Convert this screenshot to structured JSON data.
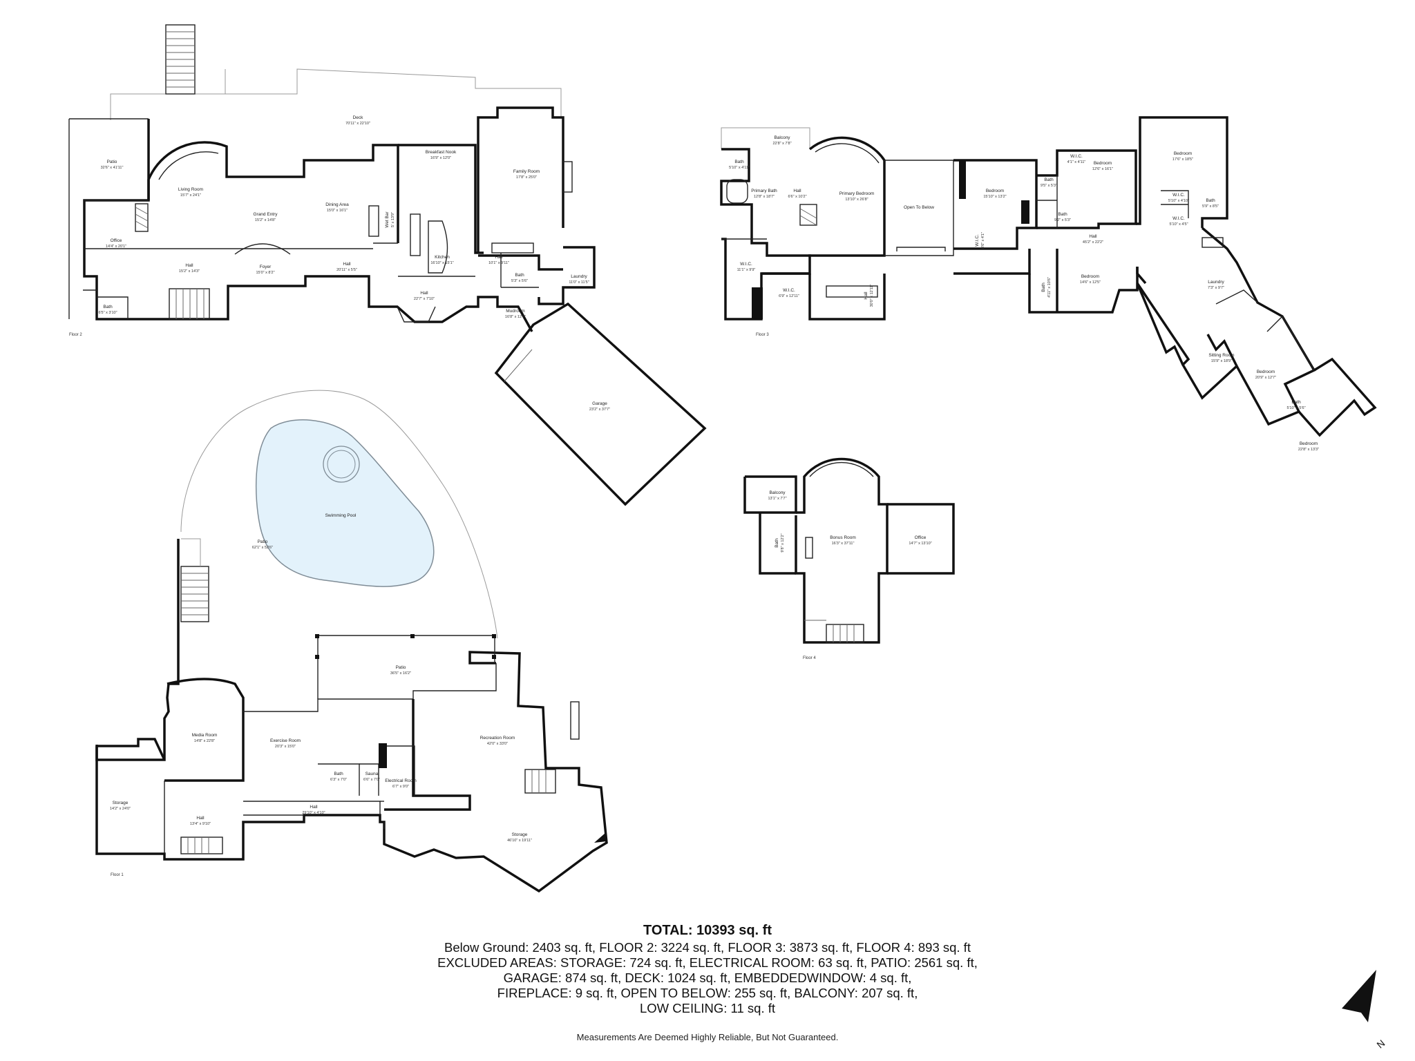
{
  "floors": {
    "floor1": "Floor 1",
    "floor2": "Floor 2",
    "floor3": "Floor 3",
    "floor4": "Floor 4"
  },
  "rooms": {
    "f2": [
      {
        "name": "Patio",
        "dim": "32'6\" x 41'11\""
      },
      {
        "name": "Deck",
        "dim": "70'11\" x 22'10\""
      },
      {
        "name": "Office",
        "dim": "14'4\" x 20'1\""
      },
      {
        "name": "Living Room",
        "dim": "15'7\" x 24'1\""
      },
      {
        "name": "Grand Entry",
        "dim": "15'2\" x 14'8\""
      },
      {
        "name": "Dining Area",
        "dim": "15'0\" x 16'1\""
      },
      {
        "name": "Wet Bar",
        "dim": "5' x 13'9\""
      },
      {
        "name": "Breakfast Nook",
        "dim": "16'9\" x 12'0\""
      },
      {
        "name": "Family Room",
        "dim": "17'8\" x 25'0\""
      },
      {
        "name": "Kitchen",
        "dim": "16'10\" x 15'1\""
      },
      {
        "name": "Hall",
        "dim": "15'2\" x 14'3\""
      },
      {
        "name": "Foyer",
        "dim": "15'0\" x 8'2\""
      },
      {
        "name": "Hall",
        "dim": "20'11\" x 5'5\""
      },
      {
        "name": "Hall",
        "dim": "10'1\" x 9'11\""
      },
      {
        "name": "Bath",
        "dim": "5'3\" x 5'6\""
      },
      {
        "name": "Laundry",
        "dim": "11'0\" x 11'5\""
      },
      {
        "name": "Hall",
        "dim": "22'7\" x 7'10\""
      },
      {
        "name": "Mudroom",
        "dim": "16'8\" x 12'7\""
      },
      {
        "name": "Bath",
        "dim": "6'5\" x 3'10\""
      },
      {
        "name": "Garage",
        "dim": "23'2\" x 37'7\""
      }
    ],
    "f3": [
      {
        "name": "Balcony",
        "dim": "22'8\" x 7'8\""
      },
      {
        "name": "Bath",
        "dim": "5'10\" x 4'11\""
      },
      {
        "name": "Primary Bath",
        "dim": "12'8\" x 18'7\""
      },
      {
        "name": "Hall",
        "dim": "6'6\" x 10'2\""
      },
      {
        "name": "Primary Bedroom",
        "dim": "13'10\" x 26'8\""
      },
      {
        "name": "Open To Below",
        "dim": ""
      },
      {
        "name": "Bedroom",
        "dim": "15'10\" x 13'2\""
      },
      {
        "name": "W.I.C.",
        "dim": "4'1\" x 4'11\""
      },
      {
        "name": "Bath",
        "dim": "9'5\" x 5'3\""
      },
      {
        "name": "Bath",
        "dim": "9'2\" x 5'3\""
      },
      {
        "name": "Bedroom",
        "dim": "12'6\" x 16'1\""
      },
      {
        "name": "Bedroom",
        "dim": "17'6\" x 18'5\""
      },
      {
        "name": "W.I.C.",
        "dim": "5'10\" x 4'10\""
      },
      {
        "name": "W.I.C.",
        "dim": "5'10\" x 4'5\""
      },
      {
        "name": "Bath",
        "dim": "5'9\" x 8'5\""
      },
      {
        "name": "W.I.C.",
        "dim": "11'1\" x 9'9\""
      },
      {
        "name": "W.I.C.",
        "dim": "6'9\" x 12'11\""
      },
      {
        "name": "Hall",
        "dim": "30'0\" x 12'11\""
      },
      {
        "name": "W.I.C.",
        "dim": "8'6\" x 4'1\""
      },
      {
        "name": "Bath",
        "dim": "4'11\" x 10'6\""
      },
      {
        "name": "Bedroom",
        "dim": "14'6\" x 12'5\""
      },
      {
        "name": "Hall",
        "dim": "45'2\" x 22'2\""
      },
      {
        "name": "Laundry",
        "dim": "7'3\" x 9'7\""
      },
      {
        "name": "Sitting Room",
        "dim": "15'9\" x 18'9\""
      },
      {
        "name": "Bedroom",
        "dim": "20'9\" x 12'7\""
      },
      {
        "name": "Bath",
        "dim": "5'10\" x 5'6\""
      },
      {
        "name": "Bedroom",
        "dim": "22'8\" x 13'3\""
      }
    ],
    "f1": [
      {
        "name": "Patio",
        "dim": "62'1\" x 52'6\""
      },
      {
        "name": "Swimming Pool",
        "dim": ""
      },
      {
        "name": "Patio",
        "dim": "36'5\" x 16'2\""
      },
      {
        "name": "Media Room",
        "dim": "14'8\" x 22'8\""
      },
      {
        "name": "Exercise Room",
        "dim": "20'3\" x 15'0\""
      },
      {
        "name": "Recreation Room",
        "dim": "42'0\" x 33'0\""
      },
      {
        "name": "Bath",
        "dim": "6'3\" x 7'0\""
      },
      {
        "name": "Sauna",
        "dim": "6'6\" x 7'0\""
      },
      {
        "name": "Electrical Room",
        "dim": "6'7\" x 9'0\""
      },
      {
        "name": "Storage",
        "dim": "14'2\" x 24'0\""
      },
      {
        "name": "Hall",
        "dim": "13'4\" x 9'10\""
      },
      {
        "name": "Hall",
        "dim": "29'10\" x 4'10\""
      },
      {
        "name": "Storage",
        "dim": "46'10\" x 19'11\""
      }
    ],
    "f4": [
      {
        "name": "Balcony",
        "dim": "13'1\" x 7'7\""
      },
      {
        "name": "Bath",
        "dim": "9'8\" x 12'2\""
      },
      {
        "name": "Bonus Room",
        "dim": "16'3\" x 37'11\""
      },
      {
        "name": "Office",
        "dim": "14'7\" x 13'10\""
      }
    ]
  },
  "summary": {
    "total": "TOTAL: 10393 sq. ft",
    "lines": [
      "Below Ground: 2403 sq. ft, FLOOR 2: 3224 sq. ft, FLOOR 3: 3873 sq. ft, FLOOR 4: 893 sq. ft",
      "EXCLUDED AREAS: STORAGE: 724 sq. ft, ELECTRICAL ROOM: 63 sq. ft, PATIO: 2561 sq. ft,",
      "GARAGE: 874 sq. ft, DECK: 1024 sq. ft, EMBEDDEDWINDOW: 4 sq. ft,",
      "FIREPLACE: 9 sq. ft, OPEN TO BELOW: 255 sq. ft, BALCONY: 207 sq. ft,",
      "LOW CEILING: 11 sq. ft"
    ],
    "disclaimer": "Measurements Are Deemed Highly Reliable, But Not Guaranteed."
  },
  "compass": {
    "label": "N"
  },
  "colors": {
    "wall": "#111111",
    "pool": "#e3f2fb",
    "pool_edge": "#7f8c96"
  }
}
